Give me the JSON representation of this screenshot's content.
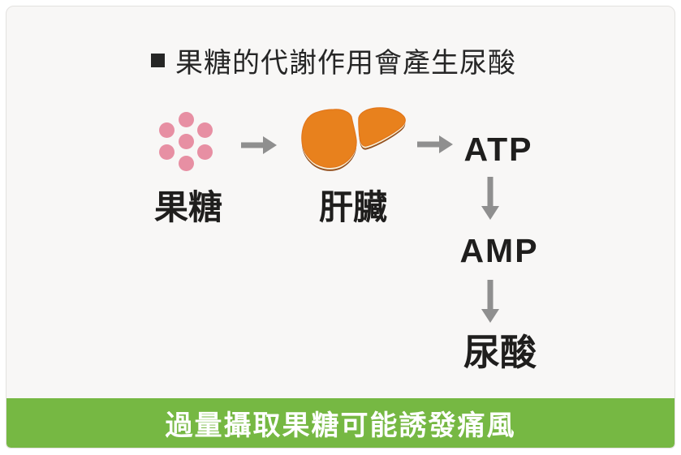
{
  "title": {
    "bullet": "■",
    "text": "果糖的代謝作用會產生尿酸"
  },
  "diagram": {
    "nodes": [
      {
        "id": "fructose",
        "label": "果糖",
        "icon": "fructose-molecule-dots"
      },
      {
        "id": "liver",
        "label": "肝臟",
        "icon": "liver"
      },
      {
        "id": "atp",
        "label": "ATP"
      },
      {
        "id": "amp",
        "label": "AMP"
      },
      {
        "id": "uric_acid",
        "label": "尿酸"
      }
    ],
    "edges": [
      {
        "from": "fructose",
        "to": "liver",
        "direction": "right"
      },
      {
        "from": "liver",
        "to": "atp",
        "direction": "right"
      },
      {
        "from": "atp",
        "to": "amp",
        "direction": "down"
      },
      {
        "from": "amp",
        "to": "uric_acid",
        "direction": "down"
      }
    ]
  },
  "banner": {
    "text": "過量攝取果糖可能誘發痛風"
  },
  "colors": {
    "accent_green": "#76b843",
    "dot_pink": "#e78fa3",
    "liver_orange": "#e8811d",
    "liver_highlight_cream": "#f7eed6",
    "liver_shadow_brown": "#94511f",
    "arrow_gray": "#8f8f8f",
    "text_dark": "#262626",
    "banner_text_white": "#ffffff",
    "panel_background": "#f8f7f6"
  }
}
